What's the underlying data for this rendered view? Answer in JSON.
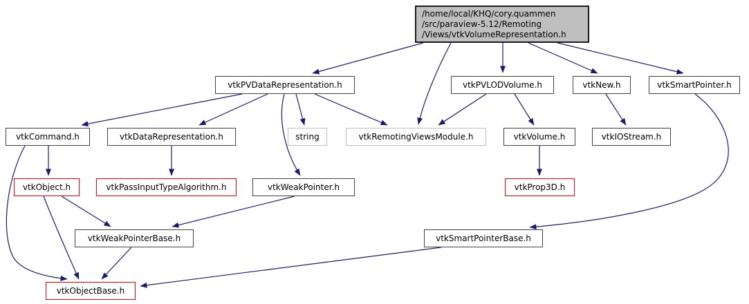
{
  "diagram": {
    "type": "include-dependency-graph",
    "arrow_color": "#191970",
    "node_border_normal": "#404040",
    "node_border_truncated": "#ff0000",
    "node_border_unresolved": "#bebebe",
    "main_node_fill": "#bfbfbf",
    "nodes": {
      "main": {
        "label": "/home/local/KHQ/cory.quammen\n/src/paraview-5.12/Remoting\n/Views/vtkVolumeRepresentation.h",
        "style": "main"
      },
      "pvdatarep": {
        "label": "vtkPVDataRepresentation.h",
        "style": "normal"
      },
      "pvlodvolume": {
        "label": "vtkPVLODVolume.h",
        "style": "normal"
      },
      "vtknew": {
        "label": "vtkNew.h",
        "style": "normal"
      },
      "smartpointer": {
        "label": "vtkSmartPointer.h",
        "style": "normal"
      },
      "command": {
        "label": "vtkCommand.h",
        "style": "normal"
      },
      "datarep": {
        "label": "vtkDataRepresentation.h",
        "style": "normal"
      },
      "string": {
        "label": "string",
        "style": "gray"
      },
      "remotingmodule": {
        "label": "vtkRemotingViewsModule.h",
        "style": "gray"
      },
      "volume": {
        "label": "vtkVolume.h",
        "style": "normal"
      },
      "iostream": {
        "label": "vtkIOStream.h",
        "style": "normal"
      },
      "object": {
        "label": "vtkObject.h",
        "style": "red"
      },
      "passinput": {
        "label": "vtkPassInputTypeAlgorithm.h",
        "style": "red"
      },
      "weakpointer": {
        "label": "vtkWeakPointer.h",
        "style": "normal"
      },
      "prop3d": {
        "label": "vtkProp3D.h",
        "style": "red"
      },
      "weakpointerbase": {
        "label": "vtkWeakPointerBase.h",
        "style": "normal"
      },
      "smartpointerbase": {
        "label": "vtkSmartPointerBase.h",
        "style": "normal"
      },
      "objectbase": {
        "label": "vtkObjectBase.h",
        "style": "red"
      }
    },
    "edges": [
      {
        "from": "main",
        "to": "pvdatarep"
      },
      {
        "from": "main",
        "to": "remotingmodule"
      },
      {
        "from": "main",
        "to": "pvlodvolume"
      },
      {
        "from": "main",
        "to": "vtknew"
      },
      {
        "from": "main",
        "to": "smartpointer"
      },
      {
        "from": "pvdatarep",
        "to": "command"
      },
      {
        "from": "pvdatarep",
        "to": "datarep"
      },
      {
        "from": "pvdatarep",
        "to": "string"
      },
      {
        "from": "pvdatarep",
        "to": "weakpointer"
      },
      {
        "from": "pvdatarep",
        "to": "remotingmodule"
      },
      {
        "from": "pvlodvolume",
        "to": "remotingmodule"
      },
      {
        "from": "pvlodvolume",
        "to": "volume"
      },
      {
        "from": "vtknew",
        "to": "iostream"
      },
      {
        "from": "smartpointer",
        "to": "smartpointerbase"
      },
      {
        "from": "command",
        "to": "object"
      },
      {
        "from": "command",
        "to": "objectbase"
      },
      {
        "from": "datarep",
        "to": "passinput"
      },
      {
        "from": "object",
        "to": "weakpointerbase"
      },
      {
        "from": "object",
        "to": "objectbase"
      },
      {
        "from": "weakpointer",
        "to": "weakpointerbase"
      },
      {
        "from": "weakpointerbase",
        "to": "objectbase"
      },
      {
        "from": "volume",
        "to": "prop3d"
      },
      {
        "from": "smartpointerbase",
        "to": "objectbase"
      }
    ]
  }
}
